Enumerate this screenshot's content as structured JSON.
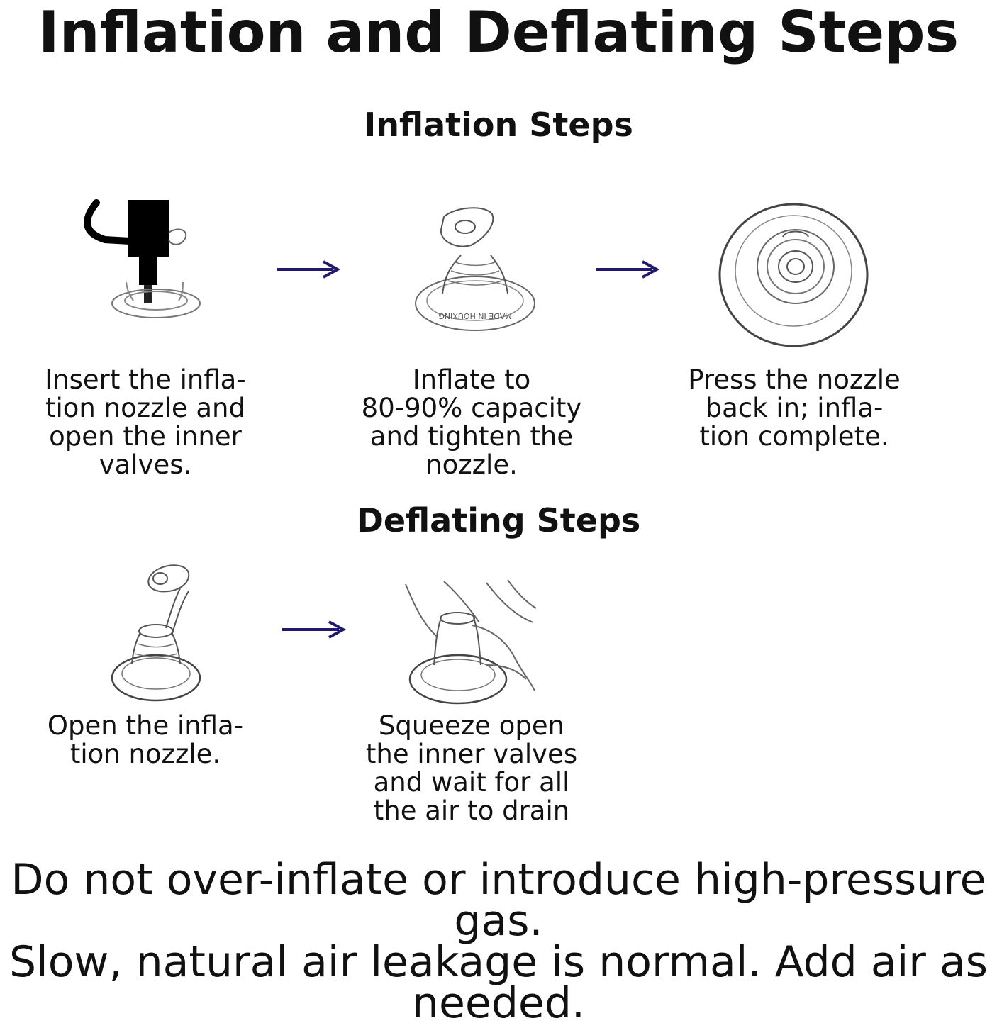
{
  "title": "Inflation and Deflating Steps",
  "inflation": {
    "heading": "Inflation Steps",
    "steps": [
      {
        "icon": "pump-nozzle-icon",
        "text": "Insert the infla-\ntion nozzle and\nopen the inner\nvalves."
      },
      {
        "icon": "valve-nozzle-icon",
        "text": "Inflate to\n80-90% capacity\nand tighten the\nnozzle."
      },
      {
        "icon": "valve-top-view-icon",
        "text": "Press the nozzle\nback in; infla-\ntion complete."
      }
    ]
  },
  "deflating": {
    "heading": "Deflating Steps",
    "steps": [
      {
        "icon": "open-nozzle-icon",
        "text": "Open the infla-\ntion nozzle."
      },
      {
        "icon": "squeeze-valve-hand-icon",
        "text": "Squeeze open\nthe inner valves\nand wait for all\nthe air to drain"
      }
    ]
  },
  "valve_stamp_text": "MADE IN HOUXING",
  "arrow_color": "#1f1a6b",
  "footer": "Do not over-inflate or introduce high-pressure gas.\nSlow, natural air leakage is normal. Add air as\nneeded."
}
